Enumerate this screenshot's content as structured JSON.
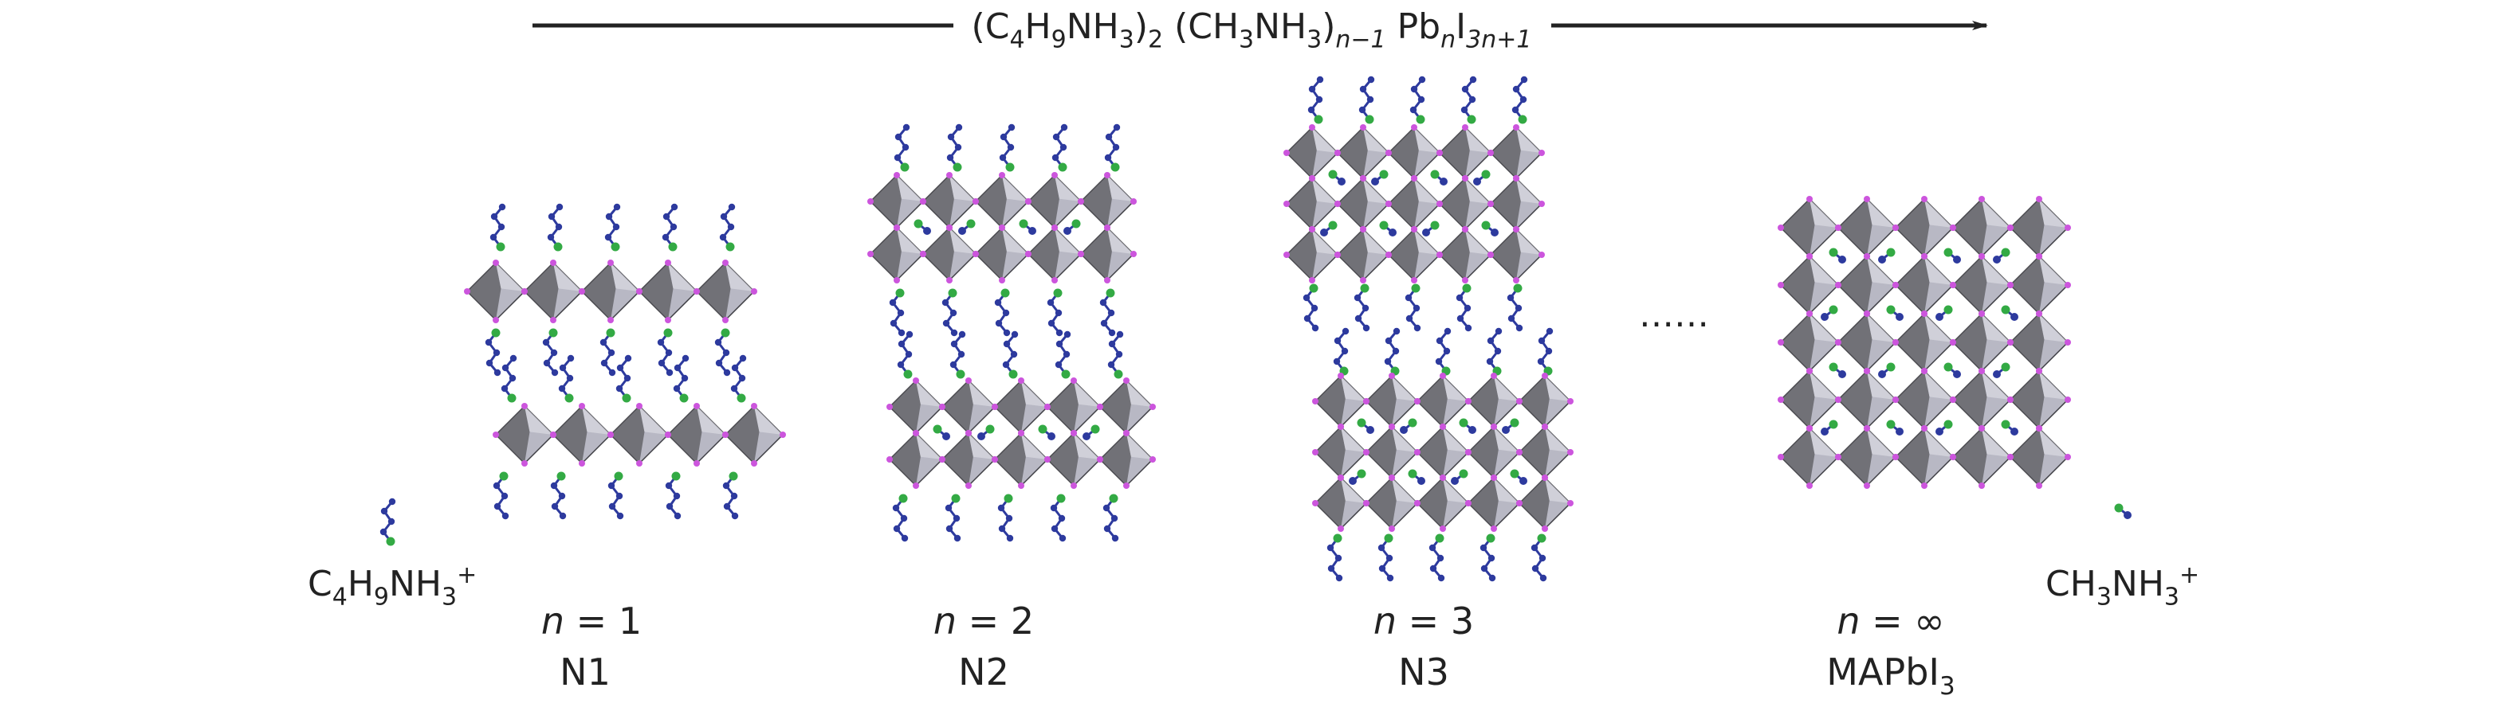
{
  "formula": {
    "segments": [
      {
        "t": "(C",
        "s": "n"
      },
      {
        "t": "4",
        "s": "sub"
      },
      {
        "t": "H",
        "s": "n"
      },
      {
        "t": "9",
        "s": "sub"
      },
      {
        "t": "NH",
        "s": "n"
      },
      {
        "t": "3",
        "s": "sub"
      },
      {
        "t": ")",
        "s": "n"
      },
      {
        "t": "2",
        "s": "sub"
      },
      {
        "t": " (CH",
        "s": "n"
      },
      {
        "t": "3",
        "s": "sub"
      },
      {
        "t": "NH",
        "s": "n"
      },
      {
        "t": "3",
        "s": "sub"
      },
      {
        "t": ")",
        "s": "n"
      },
      {
        "t": "n−1",
        "s": "sub-it"
      },
      {
        "t": " Pb",
        "s": "n"
      },
      {
        "t": "n",
        "s": "sub-it"
      },
      {
        "t": "I",
        "s": "n"
      },
      {
        "t": "3n+1",
        "s": "sub-it"
      }
    ]
  },
  "cations": {
    "butylammonium": [
      {
        "t": "C",
        "s": "n"
      },
      {
        "t": "4",
        "s": "sub"
      },
      {
        "t": "H",
        "s": "n"
      },
      {
        "t": "9",
        "s": "sub"
      },
      {
        "t": "NH",
        "s": "n"
      },
      {
        "t": "3",
        "s": "sub"
      },
      {
        "t": "+",
        "s": "sup"
      }
    ],
    "methylammonium": [
      {
        "t": "CH",
        "s": "n"
      },
      {
        "t": "3",
        "s": "sub"
      },
      {
        "t": "NH",
        "s": "n"
      },
      {
        "t": "3",
        "s": "sub"
      },
      {
        "t": "+",
        "s": "sup"
      }
    ]
  },
  "structures": [
    {
      "n_label": [
        {
          "t": "n",
          "s": "it"
        },
        {
          "t": " = 1",
          "s": "n"
        }
      ],
      "name": [
        {
          "t": "N1",
          "s": "n"
        }
      ]
    },
    {
      "n_label": [
        {
          "t": "n",
          "s": "it"
        },
        {
          "t": " = 2",
          "s": "n"
        }
      ],
      "name": [
        {
          "t": "N2",
          "s": "n"
        }
      ]
    },
    {
      "n_label": [
        {
          "t": "n",
          "s": "it"
        },
        {
          "t": " = 3",
          "s": "n"
        }
      ],
      "name": [
        {
          "t": "N3",
          "s": "n"
        }
      ]
    },
    {
      "n_label": [
        {
          "t": "n",
          "s": "it"
        },
        {
          "t": " = ∞",
          "s": "n"
        }
      ],
      "name": [
        {
          "t": "MAPbI",
          "s": "n"
        },
        {
          "t": "3",
          "s": "sub"
        }
      ]
    }
  ],
  "ellipsis": "……",
  "colors": {
    "octahedron_light": "#b8b8c4",
    "octahedron_dark": "#5a5a5e",
    "octahedron_edge": "#3e3e44",
    "iodine": "#cc55dd",
    "nitrogen": "#2d3a9e",
    "carbon_head": "#33aa44",
    "arrow": "#222222"
  }
}
